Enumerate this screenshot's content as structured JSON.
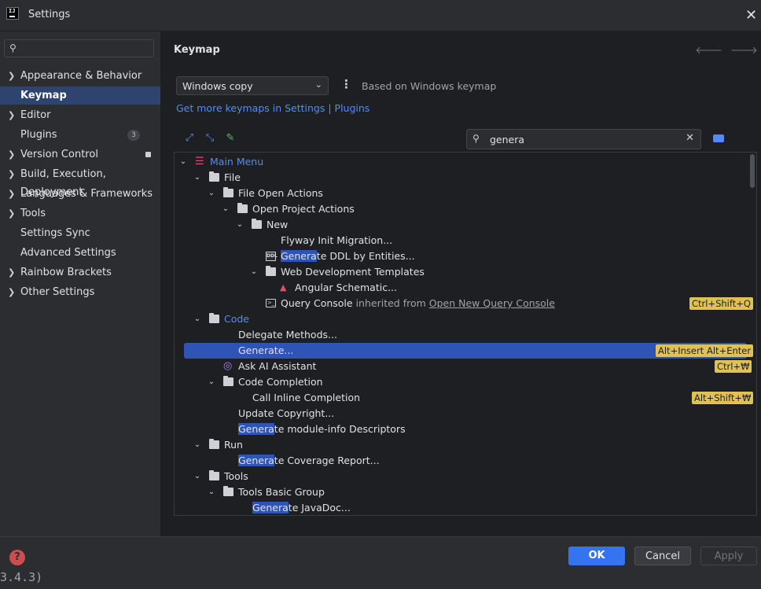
{
  "window": {
    "title": "Settings",
    "logo_text": "IJ"
  },
  "sidebar": {
    "search_placeholder": "",
    "items": [
      {
        "label": "Appearance & Behavior",
        "chevron": true
      },
      {
        "label": "Keymap",
        "active": true
      },
      {
        "label": "Editor",
        "chevron": true
      },
      {
        "label": "Plugins",
        "badge": "3"
      },
      {
        "label": "Version Control",
        "chevron": true
      },
      {
        "label": "Build, Execution, Deployment",
        "chevron": true
      },
      {
        "label": "Languages & Frameworks",
        "chevron": true
      },
      {
        "label": "Tools",
        "chevron": true
      },
      {
        "label": "Settings Sync"
      },
      {
        "label": "Advanced Settings"
      },
      {
        "label": "Rainbow Brackets",
        "chevron": true
      },
      {
        "label": "Other Settings",
        "chevron": true
      }
    ]
  },
  "main": {
    "title": "Keymap",
    "keymap_value": "Windows copy",
    "based_on": "Based on Windows keymap",
    "more_link": "Get more keymaps in Settings | Plugins",
    "filter_value": "genera",
    "tree": {
      "main_menu": "Main Menu",
      "file": "File",
      "file_open_actions": "File Open Actions",
      "open_project_actions": "Open Project Actions",
      "new": "New",
      "flyway": "Flyway Init Migration...",
      "gen_ddl_hl": "Genera",
      "gen_ddl_rest": "te DDL by Entities...",
      "ddl_icon": "DDL",
      "web_dev": "Web Development Templates",
      "angular": "Angular Schematic...",
      "query_console": "Query Console",
      "inherited_from": "inherited from",
      "open_new_qc": "Open New Query Console",
      "qc_shortcut": "Ctrl+Shift+Q",
      "code": "Code",
      "delegate": "Delegate Methods...",
      "generate_hl": "Genera",
      "generate_rest": "te...",
      "generate_sc1": "Alt+Insert",
      "generate_sc2": "Alt+Enter",
      "ask_ai": "Ask AI Assistant",
      "ask_ai_sc": "Ctrl+₩",
      "code_completion": "Code Completion",
      "inline_completion": "Call Inline Completion",
      "inline_sc": "Alt+Shift+₩",
      "update_copyright": "Update Copyright...",
      "gen_module_hl": "Genera",
      "gen_module_rest": "te module-info Descriptors",
      "run": "Run",
      "gen_coverage_hl": "Genera",
      "gen_coverage_rest": "te Coverage Report...",
      "tools": "Tools",
      "tools_basic": "Tools Basic Group",
      "gen_javadoc_hl": "Genera",
      "gen_javadoc_rest": "te JavaDoc..."
    }
  },
  "footer": {
    "ok": "OK",
    "cancel": "Cancel",
    "apply": "Apply",
    "help": "?",
    "version_fragment": "3.4.3)"
  },
  "colors": {
    "accent": "#3574f0",
    "selection": "#2e55b5",
    "shortcut_bg": "#dfc155",
    "link": "#548af7"
  }
}
